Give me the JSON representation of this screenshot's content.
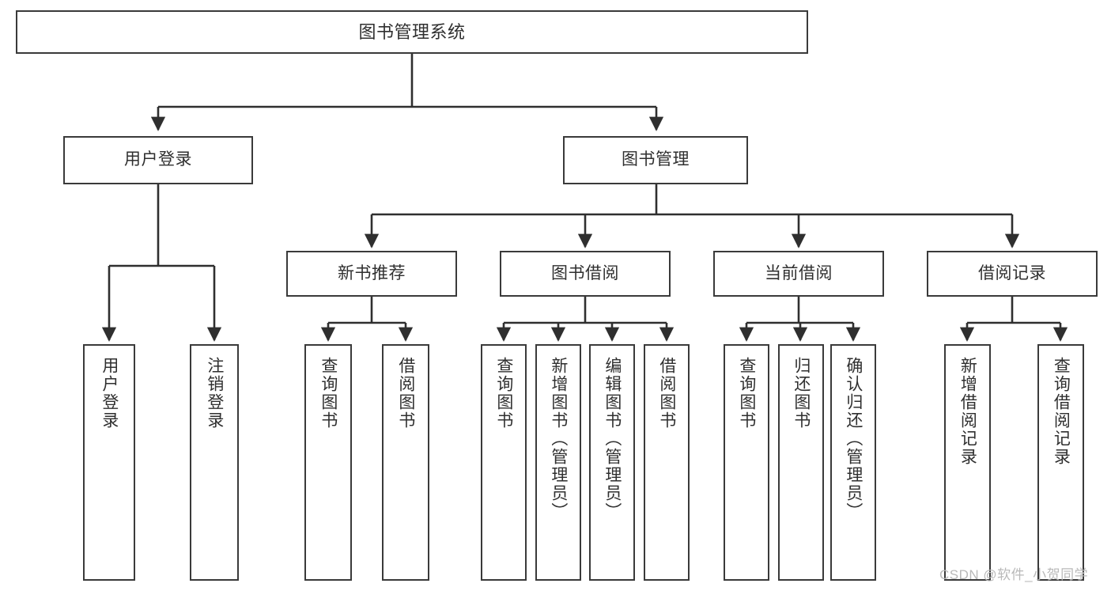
{
  "diagram": {
    "title": "图书管理系统",
    "watermark": "CSDN @软件_小贺同学",
    "colors": {
      "background": "#ffffff",
      "box_border": "#3a3a3a",
      "box_fill": "#ffffff",
      "text": "#2f2f2f",
      "connector": "#2f2f2f",
      "watermark": "#b9b9b9"
    },
    "nodes": {
      "root": {
        "label": "图书管理系统"
      },
      "level2": [
        {
          "label": "用户登录"
        },
        {
          "label": "图书管理"
        }
      ],
      "level3": [
        {
          "label": "新书推荐"
        },
        {
          "label": "图书借阅"
        },
        {
          "label": "当前借阅"
        },
        {
          "label": "借阅记录"
        }
      ],
      "leaves": {
        "user_login": [
          {
            "label": "用户登录"
          },
          {
            "label": "注销登录"
          }
        ],
        "new_book_recommend": [
          {
            "label": "查询图书"
          },
          {
            "label": "借阅图书"
          }
        ],
        "book_borrow": [
          {
            "label": "查询图书"
          },
          {
            "label": "新增图书（管理员）"
          },
          {
            "label": "编辑图书（管理员）"
          },
          {
            "label": "借阅图书"
          }
        ],
        "current_borrow": [
          {
            "label": "查询图书"
          },
          {
            "label": "归还图书"
          },
          {
            "label": "确认归还（管理员）"
          }
        ],
        "borrow_record": [
          {
            "label": "新增借阅记录"
          },
          {
            "label": "查询借阅记录"
          }
        ]
      }
    }
  }
}
